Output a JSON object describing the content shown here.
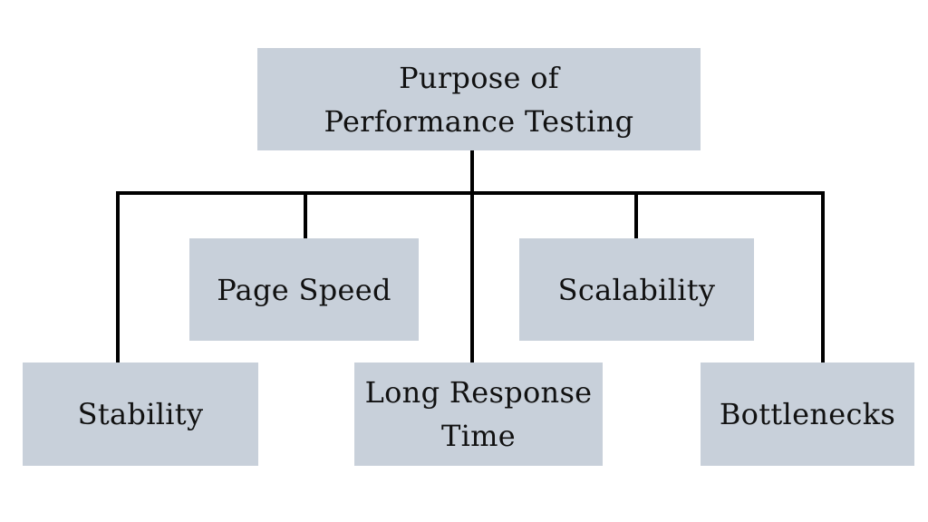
{
  "diagram": {
    "root": {
      "label": "Purpose of\nPerformance Testing"
    },
    "children": {
      "page_speed": {
        "label": "Page Speed"
      },
      "scalability": {
        "label": "Scalability"
      },
      "stability": {
        "label": "Stability"
      },
      "long_response_time": {
        "label": "Long Response\nTime"
      },
      "bottlenecks": {
        "label": "Bottlenecks"
      }
    }
  },
  "colors": {
    "box_fill": "#c8d0da",
    "connector": "#000000",
    "background": "#ffffff"
  }
}
